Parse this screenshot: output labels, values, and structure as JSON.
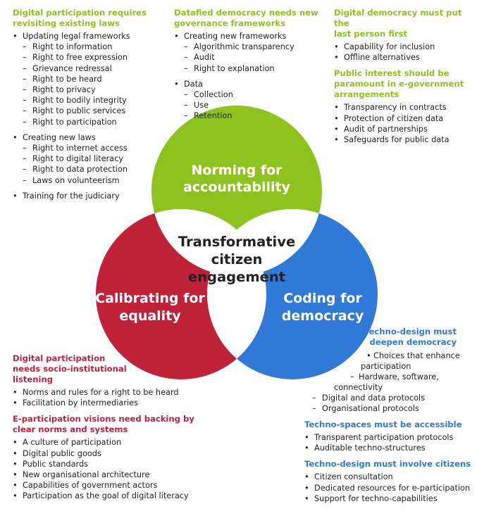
{
  "colors": {
    "green": "#8dc21f",
    "red": "#c0223a",
    "blue": "#2f7ad8",
    "overlap": "#ffffff"
  },
  "circles": {
    "top": {
      "label_line1": "Norming for",
      "label_line2": "accountability"
    },
    "left": {
      "label_line1": "Calibrating for",
      "label_line2": "equality"
    },
    "right": {
      "label_line1": "Coding for",
      "label_line2": "democracy"
    },
    "center": {
      "line1": "Transformative",
      "line2": "citizen",
      "line3": "engagement"
    }
  },
  "top_left": {
    "heading_line1": "Digital participation requires",
    "heading_line2": "revisiting existing laws",
    "group1_title": "Updating legal frameworks",
    "group1_items": [
      "Right to information",
      "Right to free expression",
      "Grievance redressal",
      "Right to be heard",
      "Right to privacy",
      "Right to bodily integrity",
      "Right to public services",
      "Right to participation"
    ],
    "group2_title": "Creating new laws",
    "group2_items": [
      "Right to internet access",
      "Right to digital literacy",
      "Right to data protection",
      "Laws on volunteerism"
    ],
    "group3_title": "Training for the judiciary"
  },
  "top_middle": {
    "heading_line1": "Datafied democracy needs new",
    "heading_line2": "governance frameworks",
    "group1_title": "Creating new frameworks",
    "group1_items": [
      "Algorithmic transparency",
      "Audit",
      "Right to explanation"
    ],
    "group2_title": "Data",
    "group2_items": [
      "Collection",
      "Use",
      "Retention"
    ]
  },
  "top_right": {
    "heading1_line1": "Digital democracy must put the",
    "heading1_line2": "last person first",
    "items1": [
      "Capability for inclusion",
      "Offline alternatives"
    ],
    "heading2_line1": "Public interest should be",
    "heading2_line2": "paramount in e-government",
    "heading2_line3": "arrangements",
    "items2": [
      "Transparency in contracts",
      "Protection of citizen data",
      "Audit of partnerships",
      "Safeguards for public data"
    ]
  },
  "bottom_left": {
    "heading1_line1": "Digital participation",
    "heading1_line2": "needs socio-institutional",
    "heading1_line3": "listening",
    "items1": [
      "Norms and rules for a right to be heard",
      "Facilitation by intermediaries"
    ],
    "heading2_line1": "E-participation visions need backing by",
    "heading2_line2": "clear norms and systems",
    "items2": [
      "A culture of participation",
      "Digital public goods",
      "Public standards",
      "New organisational architecture",
      "Capabilities of government actors",
      "Participation as the goal of digital literacy"
    ]
  },
  "bottom_right": {
    "heading1_line1": "Techno-design must",
    "heading1_line2": "deepen democracy",
    "bullet1_line1": "Choices that enhance",
    "bullet1_line2": "participation",
    "dash1_line1": "Hardware, software,",
    "dash1_line2": "connectivity",
    "dash2": "Digital and data protocols",
    "dash3": "Organisational protocols",
    "heading2": "Techno-spaces must be accessible",
    "items2": [
      "Transparent participation protocols",
      "Auditable techno-structures"
    ],
    "heading3": "Techno-design must involve citizens",
    "items3": [
      "Citizen consultation",
      "Dedicated resources for e-participation",
      "Support for techno-capabilities"
    ]
  }
}
